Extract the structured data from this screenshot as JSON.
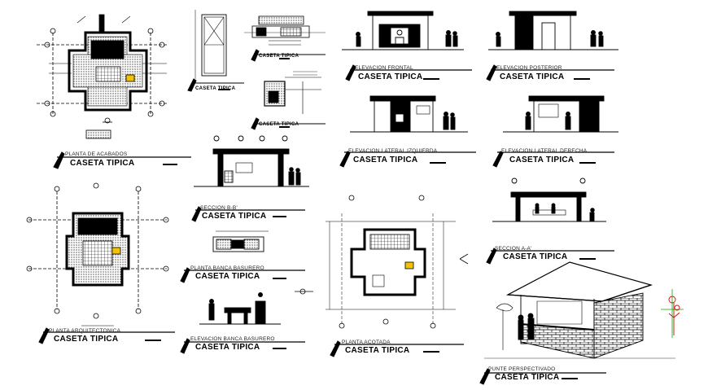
{
  "sheet": {
    "blocks": [
      {
        "id": "planta-acabados",
        "sublabel": "PLANTA DE ACABADOS",
        "title": "CASETA TIPICA"
      },
      {
        "id": "puerta",
        "sublabel": "",
        "title": "CASETA TIPICA"
      },
      {
        "id": "detalle-1",
        "sublabel": "",
        "title": "CASETA TIPICA"
      },
      {
        "id": "detalle-2",
        "sublabel": "",
        "title": "CASETA TIPICA"
      },
      {
        "id": "elev-frontal",
        "sublabel": "ELEVACION FRONTAL",
        "title": "CASETA TIPICA"
      },
      {
        "id": "elev-posterior",
        "sublabel": "ELEVACION POSTERIOR",
        "title": "CASETA TIPICA"
      },
      {
        "id": "elev-lat-izq",
        "sublabel": "ELEVACION LATERAL IZQUIERDA",
        "title": "CASETA TIPICA"
      },
      {
        "id": "elev-lat-der",
        "sublabel": "ELEVACION LATERAL DERECHA",
        "title": "CASETA TIPICA"
      },
      {
        "id": "seccion-bb",
        "sublabel": "SECCION B-B'",
        "title": "CASETA TIPICA"
      },
      {
        "id": "seccion-aa",
        "sublabel": "SECCION A-A'",
        "title": "CASETA TIPICA"
      },
      {
        "id": "planta-arq",
        "sublabel": "PLANTA ARQUITECTONICA",
        "title": "CASETA TIPICA"
      },
      {
        "id": "planta-banca",
        "sublabel": "PLANTA BANCA BASURERO",
        "title": "CASETA TIPICA"
      },
      {
        "id": "elev-banca",
        "sublabel": "ELEVACION BANCA BASURERO",
        "title": "CASETA TIPICA"
      },
      {
        "id": "planta-acotada",
        "sublabel": "PLANTA ACOTADA",
        "title": "CASETA TIPICA"
      },
      {
        "id": "perspectiva",
        "sublabel": "PUNTE PERSPECTIVADO",
        "title": "CASETA TIPICA"
      }
    ]
  }
}
